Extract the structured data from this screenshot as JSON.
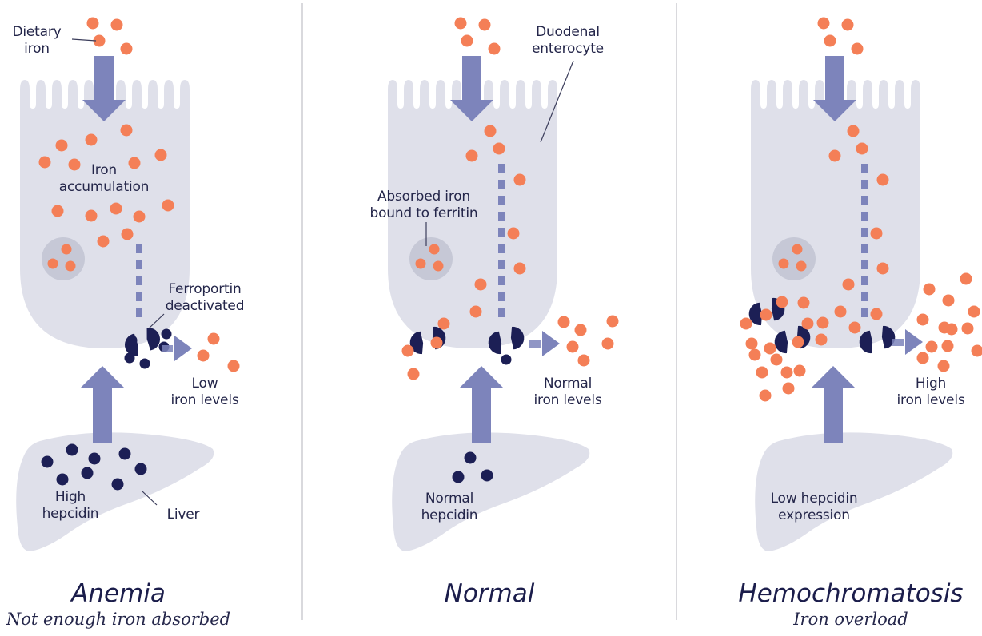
{
  "colors": {
    "cell": "#dfe0ea",
    "vesicle": "#c6c8d6",
    "arrow": "#7d84bb",
    "iron": "#f47f57",
    "hepcidin": "#1c1f55",
    "text": "#24264a"
  },
  "panels": [
    {
      "id": "anemia",
      "title": "Anemia",
      "subtitle": "Not enough iron absorbed",
      "labels": {
        "dietary_iron": "Dietary\niron",
        "accumulation": "Iron\naccumulation",
        "ferroportin": "Ferroportin\ndeactivated",
        "iron_levels": "Low\niron levels",
        "hepcidin": "High\nhepcidin",
        "liver": "Liver"
      },
      "ferroportin_state": "deactivated",
      "hepcidin_level": "high",
      "blood_iron_level": "low"
    },
    {
      "id": "normal",
      "title": "Normal",
      "subtitle": "",
      "labels": {
        "enterocyte": "Duodenal\nenterocyte",
        "ferritin": "Absorbed iron\nbound to ferritin",
        "iron_levels": "Normal\niron levels",
        "hepcidin": "Normal\nhepcidin"
      },
      "ferroportin_state": "active",
      "hepcidin_level": "normal",
      "blood_iron_level": "normal"
    },
    {
      "id": "hemochromatosis",
      "title": "Hemochromatosis",
      "subtitle": "Iron overload",
      "labels": {
        "iron_levels": "High\niron levels",
        "hepcidin": "Low hepcidin\nexpression"
      },
      "ferroportin_state": "active",
      "hepcidin_level": "low",
      "blood_iron_level": "high"
    }
  ]
}
